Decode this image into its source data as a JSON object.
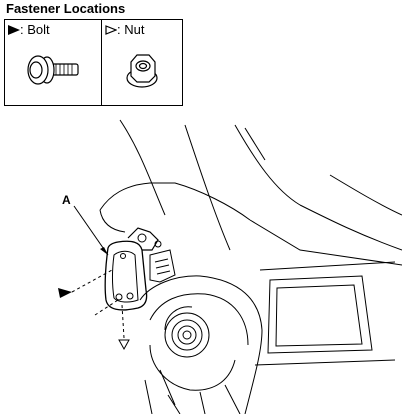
{
  "title": "Fastener Locations",
  "legend": {
    "bolt_label": ": Bolt",
    "nut_label": ": Nut"
  },
  "callout": "A"
}
